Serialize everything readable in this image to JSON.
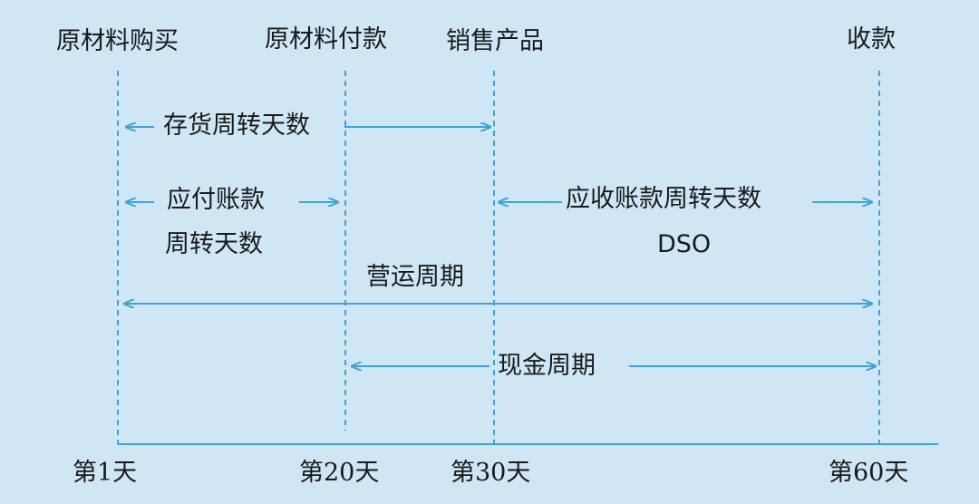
{
  "events": {
    "purchase": "原材料购买",
    "payment": "原材料付款",
    "sale": "销售产品",
    "collection": "收款"
  },
  "days": {
    "d1": "第1天",
    "d20": "第20天",
    "d30": "第30天",
    "d60": "第60天"
  },
  "spans": {
    "inventory": "存货周转天数",
    "payable_line1": "应付账款",
    "payable_line2": "周转天数",
    "receivable_line1": "应收账款周转天数",
    "receivable_line2": "DSO",
    "operating": "营运周期",
    "cash": "现金周期"
  },
  "colors": {
    "background": "#cfe7f4",
    "line": "#3fa3d6",
    "text": "#1a1a1a"
  }
}
